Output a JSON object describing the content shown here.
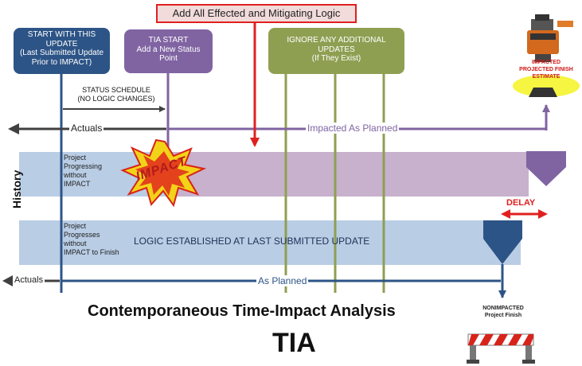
{
  "top_callout": "Add All Effected and Mitigating Logic",
  "boxes": {
    "start": [
      "START WITH THIS",
      "UPDATE",
      "(Last Submitted Update",
      "Prior to IMPACT)"
    ],
    "tia_start": [
      "TIA START",
      "Add a New Status",
      "Point"
    ],
    "ignore": [
      "IGNORE ANY ADDITIONAL",
      "UPDATES",
      "(If They Exist)"
    ]
  },
  "status_schedule": [
    "STATUS SCHEDULE",
    "(NO LOGIC CHANGES)"
  ],
  "actuals_top": "Actuals",
  "impacted_as_planned": "Impacted As Planned",
  "band_upper_text": [
    "Project",
    "Progressing",
    "without",
    "IMPACT"
  ],
  "impact_label": "IMPACT",
  "history_label": "History",
  "delay_label": "DELAY",
  "band_lower_text": [
    "Project",
    "Progresses",
    "without",
    "IMPACT to Finish"
  ],
  "logic_text": "LOGIC ESTABLISHED AT LAST SUBMITTED UPDATE",
  "actuals_bottom": "Actuals",
  "as_planned": "As Planned",
  "impacted_finish": [
    "IMPACTED",
    "PROJECTED FINISH",
    "ESTIMATE"
  ],
  "nonimpacted_finish": [
    "NONIMPACTED",
    "Project Finish"
  ],
  "title": "Contemporaneous Time-Impact Analysis",
  "subtitle": "TIA",
  "colors": {
    "dark_blue": "#2d5486",
    "purple": "#8064a2",
    "olive": "#8f9f52",
    "band_blue": "#b9cde5",
    "band_purple": "#c7b1cc",
    "red": "#e02020",
    "dark_gray": "#404040",
    "yellow": "#f5f542"
  }
}
